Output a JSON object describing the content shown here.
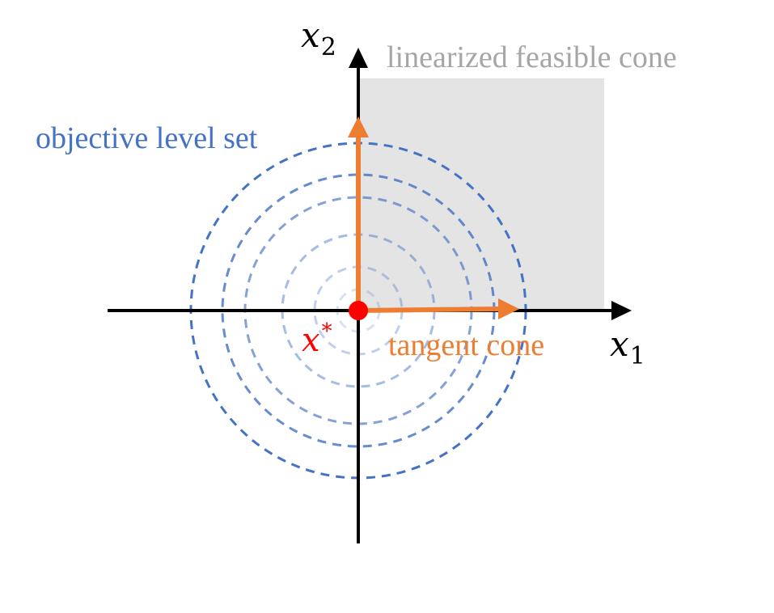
{
  "labels": {
    "x1_axis": "x",
    "x1_sub": "1",
    "x2_axis": "x",
    "x2_sub": "2",
    "optimum": "x",
    "optimum_sup": "*",
    "objective": "objective level set",
    "tangent": "tangent cone",
    "linearized": "linearized feasible cone"
  },
  "colors": {
    "axis": "#000000",
    "level_set": "#4472c4",
    "tangent": "#ed7d31",
    "feasible_fill": "#e4e4e4",
    "feasible_text": "#a6a6a6",
    "optimum": "#ff0000"
  },
  "level_set_rings": 6,
  "icons": {
    "optimum_point": "filled-circle",
    "axis_arrow": "triangle-arrowhead"
  }
}
